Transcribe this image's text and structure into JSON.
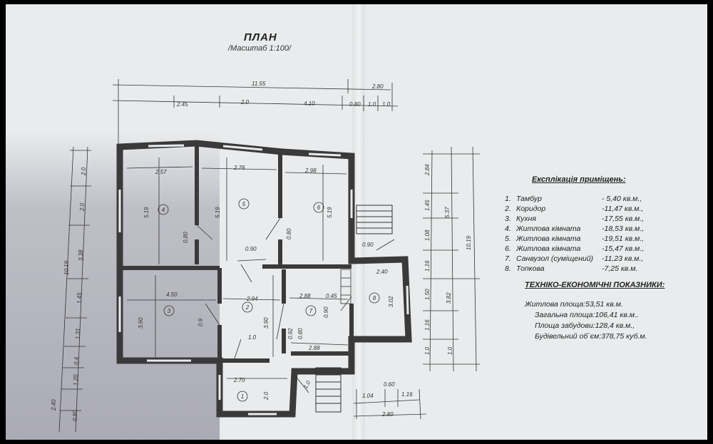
{
  "header": {
    "title": "ПЛАН",
    "scale": "/Масштаб 1:100/"
  },
  "dims": {
    "top_total": "11.55",
    "top_right": "2.80",
    "top_segments": [
      "2.45",
      "2.0",
      "4.10",
      "0.80",
      "1.0",
      "1.0"
    ],
    "left_vertical": [
      "2.0",
      "2.0",
      "3.38",
      "1.45",
      "1.31",
      "0.4",
      "1.20",
      "0.80"
    ],
    "left_total": "10.19",
    "left_small": "2.40",
    "right_inner": [
      "2.84",
      "1.45",
      "1.08",
      "1.16",
      "1.50",
      "1.16",
      "1.0"
    ],
    "right_mid": [
      "5.37",
      "3.82",
      "1.0"
    ],
    "right_total": "10.19",
    "bottom": [
      "1.04",
      "0.60",
      "1.16",
      "2.80"
    ],
    "rooms_inner": [
      "2.57",
      "2.76",
      "2.98",
      "5.19",
      "5.19",
      "5.19",
      "0.90",
      "4.50",
      "2.94",
      "2.88",
      "0.45",
      "2.40",
      "3.90",
      "3.90",
      "3.02",
      "1.0",
      "2.88",
      "2.70",
      "2.0",
      "0.80",
      "0.80",
      "0.80",
      "0.90",
      "0.90",
      "0.9",
      "0.92",
      "1.0"
    ]
  },
  "rooms": [
    "1",
    "2",
    "3",
    "4",
    "5",
    "6",
    "7",
    "8"
  ],
  "explication": {
    "title": "Експлікація приміщень:",
    "items": [
      {
        "n": "1.",
        "name": "Тамбур",
        "area": "- 5,40 кв.м.,"
      },
      {
        "n": "2.",
        "name": "Коридор",
        "area": "-11,47 кв.м.,"
      },
      {
        "n": "3.",
        "name": "Кухня",
        "area": "-17,55 кв.м.,"
      },
      {
        "n": "4.",
        "name": "Житлова кімната",
        "area": "-18,53 кв.м.,"
      },
      {
        "n": "5.",
        "name": "Житлова кімната",
        "area": "-19,51 кв.м.,"
      },
      {
        "n": "6.",
        "name": "Житлова кімната",
        "area": "-15,47 кв.м.,"
      },
      {
        "n": "7.",
        "name": "Санвузол (суміщений)",
        "area": "-11,23 кв.м.,"
      },
      {
        "n": "8.",
        "name": "Топкова",
        "area": "-7,25 кв.м."
      }
    ]
  },
  "technical": {
    "title": "ТЕХНІКО-ЕКОНОМІЧНІ ПОКАЗНИКИ:",
    "lines": [
      "Житлова площа:53,51 кв.м.",
      "Загальна площа:106,41 кв.м..",
      "Площа забудови:128,4 кв.м.,",
      "Будівельний об`єм:378,75 куб.м."
    ]
  },
  "colors": {
    "wall": "#3a3a3a",
    "paper": "#e9ebec",
    "ink": "#333333"
  }
}
